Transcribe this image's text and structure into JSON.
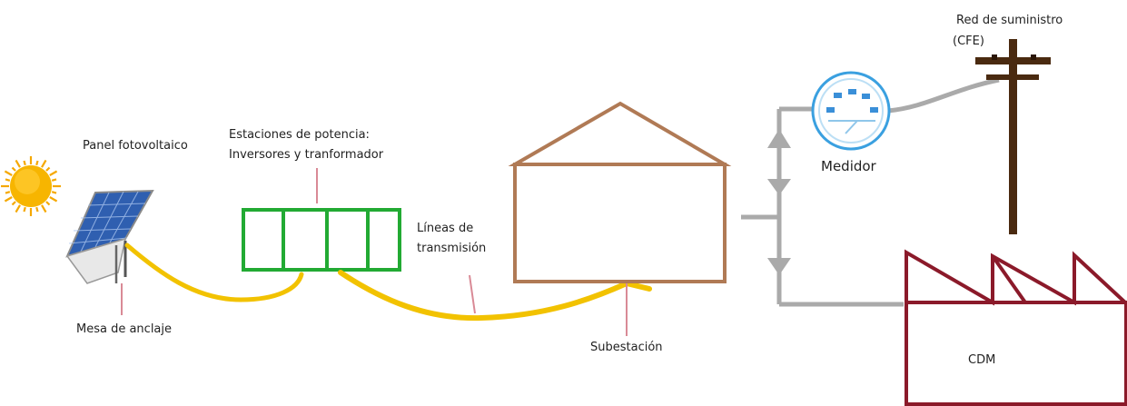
{
  "labels": {
    "panel": "Panel fotovoltaico",
    "mesa": "Mesa de anclaje",
    "estaciones_line1": "Estaciones de potencia:",
    "estaciones_line2": "Inversores y tranformador",
    "lineas_line1": "Líneas de",
    "lineas_line2": "transmisión",
    "subestacion": "Subestación",
    "medidor": "Medidor",
    "red_line1": "Red de suministro",
    "red_line2": "(CFE)",
    "cdm": "CDM"
  },
  "colors": {
    "sun": "#f7b500",
    "panel": "#2f5fb0",
    "cable": "#f2c200",
    "inverter": "#22aa33",
    "substation": "#b07a55",
    "wiring": "#aaaaaa",
    "meter": "#3aa0e0",
    "pole": "#4a2a10",
    "factory": "#8b1a2a"
  },
  "icons": [
    "sun-icon",
    "solar-panel-icon",
    "inverter-icon",
    "substation-icon",
    "meter-icon",
    "utility-pole-icon",
    "factory-icon"
  ]
}
